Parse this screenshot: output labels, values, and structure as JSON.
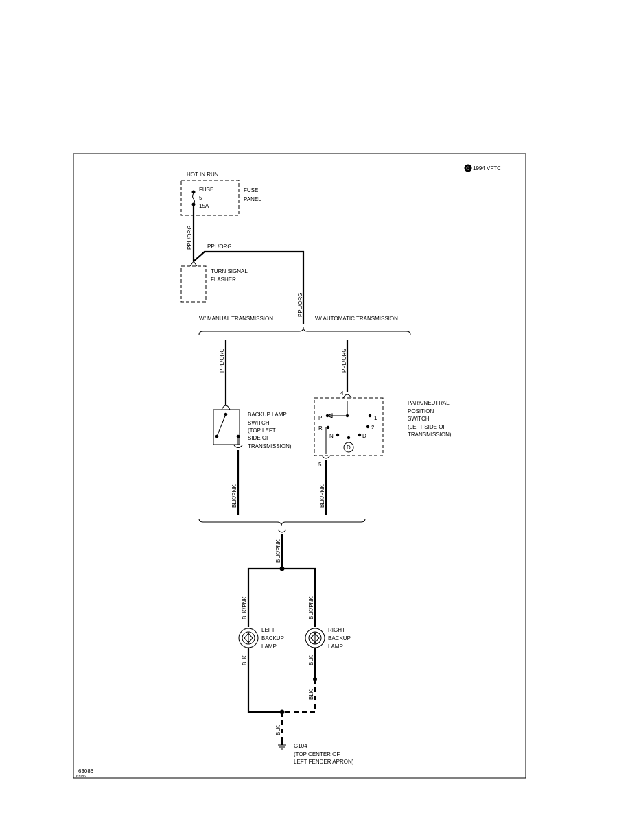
{
  "copyright": "1994 VFTC",
  "copyright_symbol": "©",
  "hot_in_run": "HOT IN RUN",
  "fuse": {
    "line1": "FUSE",
    "line2": "5",
    "line3": "15A"
  },
  "fuse_panel": {
    "line1": "FUSE",
    "line2": "PANEL"
  },
  "turn_signal_flasher": {
    "line1": "TURN SIGNAL",
    "line2": "FLASHER"
  },
  "wires": {
    "ppl_org": "PPL/ORG",
    "blk_pnk": "BLK/PNK",
    "blk": "BLK"
  },
  "manual_transmission": "W/ MANUAL TRANSMISSION",
  "automatic_transmission": "W/ AUTOMATIC TRANSMISSION",
  "backup_lamp_switch": {
    "line1": "BACKUP LAMP",
    "line2": "SWITCH",
    "line3": "(TOP LEFT",
    "line4": "SIDE OF",
    "line5": "TRANSMISSION)"
  },
  "park_neutral_switch": {
    "line1": "PARK/NEUTRAL",
    "line2": "POSITION",
    "line3": "SWITCH",
    "line4": "(LEFT SIDE OF",
    "line5": "TRANSMISSION)"
  },
  "pin_4": "4",
  "pin_5": "5",
  "gear_positions": {
    "p": "P",
    "r": "R",
    "n": "N",
    "d": "D",
    "one": "1",
    "two": "2",
    "d_circle": "D"
  },
  "left_backup_lamp": {
    "line1": "LEFT",
    "line2": "BACKUP",
    "line3": "LAMP"
  },
  "right_backup_lamp": {
    "line1": "RIGHT",
    "line2": "BACKUP",
    "line3": "LAMP"
  },
  "ground": {
    "id": "G104",
    "line1": "(TOP CENTER OF",
    "line2": "LEFT FENDER APRON)"
  },
  "figure_number": "63086",
  "figure_number_small": "63086"
}
